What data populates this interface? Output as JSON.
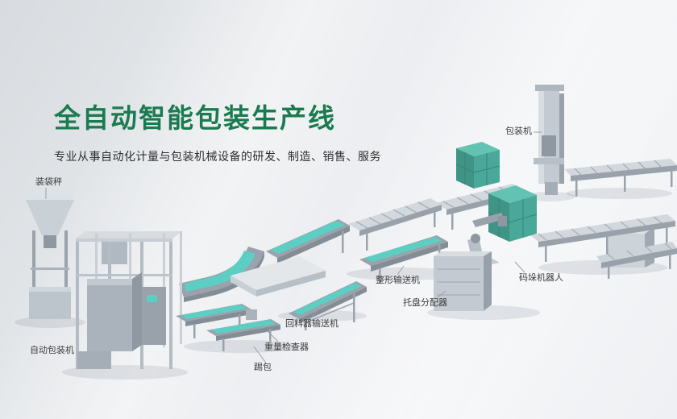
{
  "hero": {
    "title": "全自动智能包装生产线",
    "subtitle": "专业从事自动化计量与包装机械设备的研发、制造、销售、服务"
  },
  "labels": [
    {
      "id": "bagging-scale",
      "text": "装袋秤"
    },
    {
      "id": "packaging-machine",
      "text": "包装机"
    },
    {
      "id": "auto-packaging-machine",
      "text": "自动包装机"
    },
    {
      "id": "kick-bag",
      "text": "踢包"
    },
    {
      "id": "weight-checker",
      "text": "重量检查器"
    },
    {
      "id": "return-conveyor",
      "text": "回料器输送机"
    },
    {
      "id": "shaping-conveyor",
      "text": "整形输送机"
    },
    {
      "id": "pallet-distributor",
      "text": "托盘分配器"
    },
    {
      "id": "palletizing-robot",
      "text": "码垛机器人"
    }
  ],
  "colors": {
    "title_green": "#1a7b50",
    "subtitle_text": "#2e2e2e",
    "label_text": "#3c3c3c",
    "conveyor_belt_teal": "#5ccfc5",
    "pallet_box_teal": "#4aa89a",
    "machine_gray": "#bfc6cd",
    "background_light": "#edeff2"
  }
}
